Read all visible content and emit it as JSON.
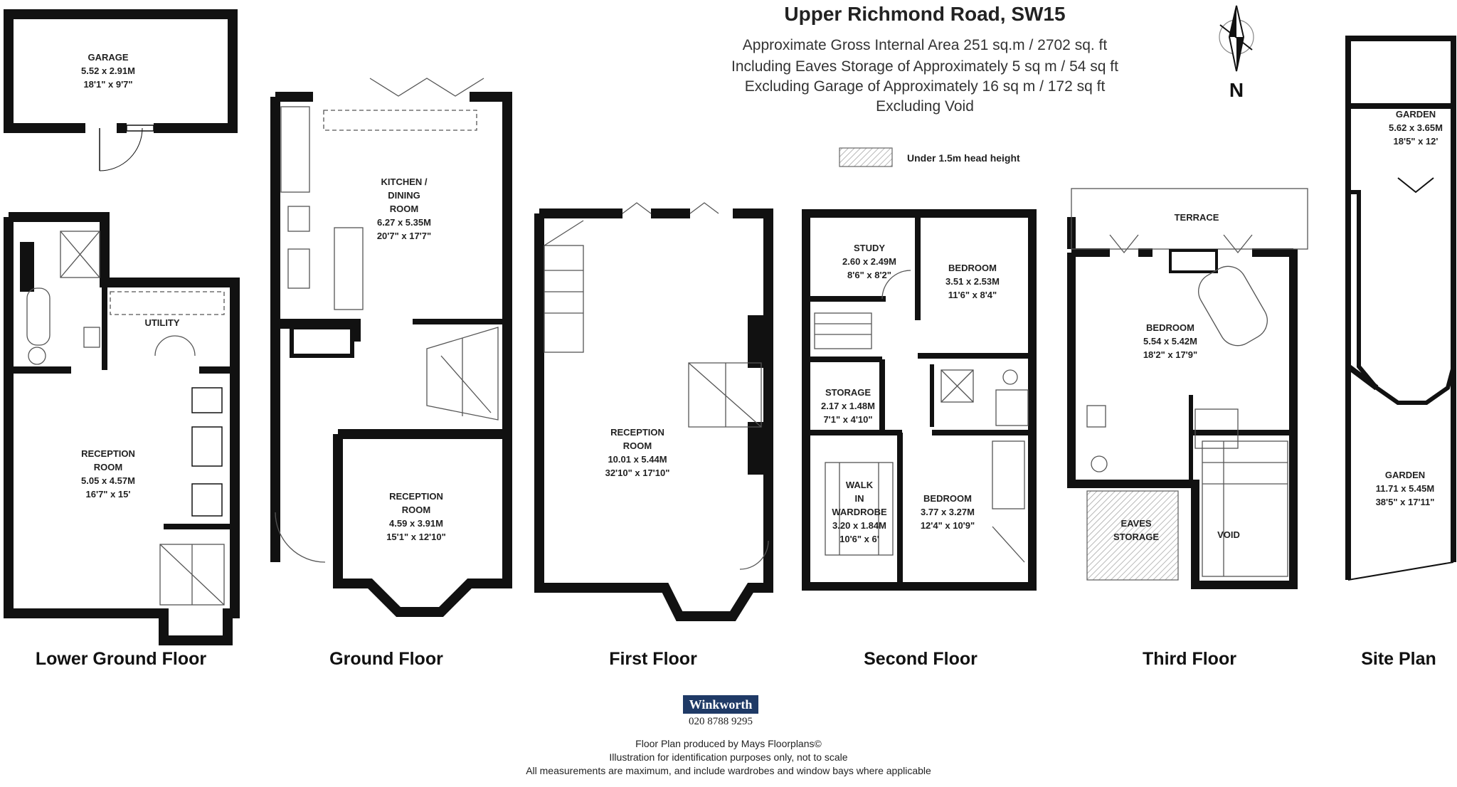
{
  "header": {
    "title": "Upper Richmond Road, SW15",
    "area_lines": [
      "Approximate Gross Internal Area 251 sq.m  /  2702 sq. ft",
      "Including Eaves Storage of Approximately 5 sq m /  54 sq ft",
      "Excluding Garage of Approximately 16 sq m /  172 sq ft",
      "Excluding Void"
    ]
  },
  "legend": {
    "hatch_label": "Under 1.5m head height"
  },
  "compass": {
    "label": "N"
  },
  "floors": {
    "lower_ground": "Lower Ground Floor",
    "ground": "Ground Floor",
    "first": "First Floor",
    "second": "Second Floor",
    "third": "Third Floor",
    "site": "Site Plan"
  },
  "rooms": {
    "garage": [
      "GARAGE",
      "5.52 x 2.91M",
      "18'1\" x 9'7\""
    ],
    "utility": [
      "UTILITY"
    ],
    "lg_reception": [
      "RECEPTION",
      "ROOM",
      "5.05 x 4.57M",
      "16'7\" x 15'"
    ],
    "kitchen": [
      "KITCHEN /",
      "DINING",
      "ROOM",
      "6.27 x 5.35M",
      "20'7\" x 17'7\""
    ],
    "g_reception": [
      "RECEPTION",
      "ROOM",
      "4.59 x 3.91M",
      "15'1\" x 12'10\""
    ],
    "f_reception": [
      "RECEPTION",
      "ROOM",
      "10.01 x 5.44M",
      "32'10\" x 17'10\""
    ],
    "study": [
      "STUDY",
      "2.60 x 2.49M",
      "8'6\" x 8'2\""
    ],
    "s_bedroom1": [
      "BEDROOM",
      "3.51 x 2.53M",
      "11'6\" x 8'4\""
    ],
    "storage": [
      "STORAGE",
      "2.17 x 1.48M",
      "7'1\" x 4'10\""
    ],
    "walkin": [
      "WALK",
      "IN",
      "WARDROBE",
      "3.20 x 1.84M",
      "10'6\" x 6'"
    ],
    "s_bedroom2": [
      "BEDROOM",
      "3.77 x 3.27M",
      "12'4\" x 10'9\""
    ],
    "terrace": [
      "TERRACE"
    ],
    "t_bedroom": [
      "BEDROOM",
      "5.54 x 5.42M",
      "18'2\" x 17'9\""
    ],
    "eaves": [
      "EAVES",
      "STORAGE"
    ],
    "void": [
      "VOID"
    ],
    "site_garden1": [
      "GARDEN",
      "5.62 x 3.65M",
      "18'5\" x 12'"
    ],
    "site_garden2": [
      "GARDEN",
      "11.71 x 5.45M",
      "38'5\" x 17'11\""
    ]
  },
  "footer": {
    "brand": "Winkworth",
    "phone": "020 8788 9295",
    "lines": [
      "Floor Plan produced by Mays Floorplans©",
      "Illustration for identification purposes only, not to scale",
      "All measurements are maximum, and include wardrobes and window bays where applicable"
    ]
  },
  "colors": {
    "wall": "#111111",
    "hatch": "#9a9a9a",
    "line": "#555555",
    "brand": "#1f3a66"
  }
}
